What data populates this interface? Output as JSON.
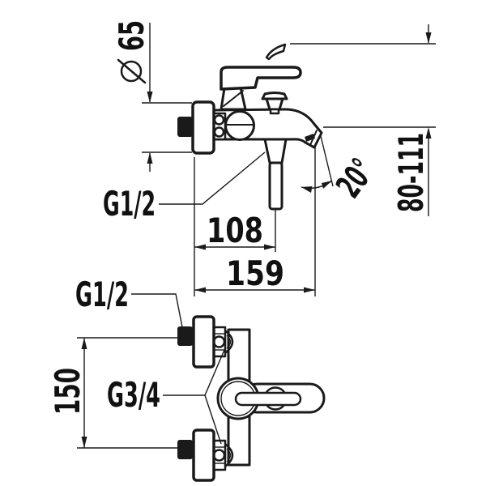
{
  "colors": {
    "ink": "#1a1a1a",
    "paper": "#ffffff"
  },
  "icons": {
    "diameter_symbol": "⌀"
  },
  "side_view": {
    "escutcheon_diameter": "65",
    "hand_shower_outlet_thread": "G1/2",
    "wall_to_hand_shower_outlet": "108",
    "wall_to_spout_outlet": "159",
    "spout_angle": "20°",
    "outlet_height_range": "80-111"
  },
  "bottom_view": {
    "wall_inlet_thread": "G1/2",
    "union_nut_thread": "G3/4",
    "inlet_center_distance": "150"
  }
}
